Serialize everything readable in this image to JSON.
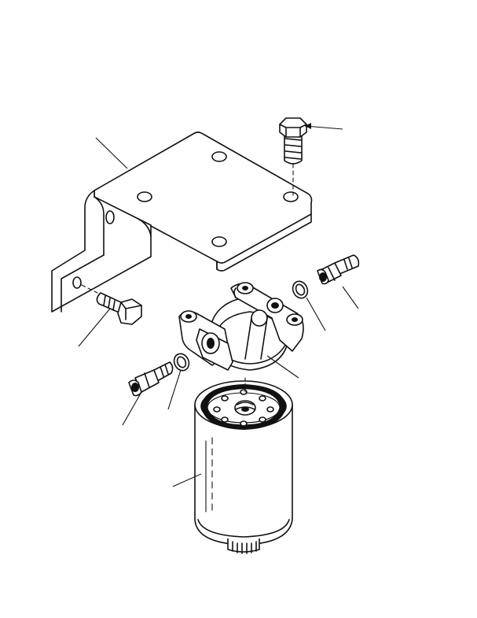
{
  "diagram": {
    "parts": [
      "mounting-bracket",
      "hex-bolt-top",
      "hex-bolt-side",
      "filter-head",
      "fitting-right",
      "fitting-left",
      "o-ring-right",
      "o-ring-left",
      "fuel-filter-cartridge"
    ],
    "callout_labels": []
  }
}
